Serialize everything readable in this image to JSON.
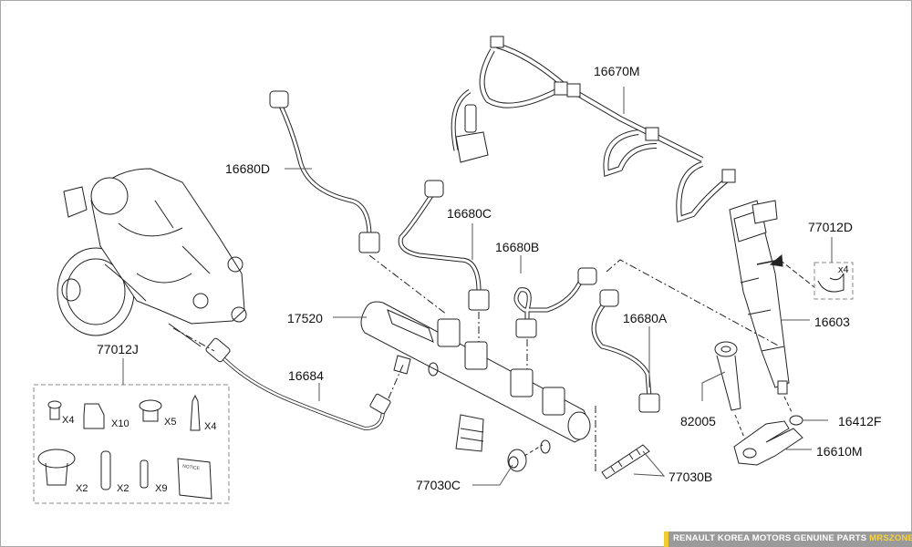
{
  "diagram": {
    "labels": {
      "p16670M": "16670M",
      "p16680D": "16680D",
      "p16680C": "16680C",
      "p16680B": "16680B",
      "p16680A": "16680A",
      "p77012D": "77012D",
      "p17520": "17520",
      "p16603": "16603",
      "p77012J": "77012J",
      "p16684": "16684",
      "p82005": "82005",
      "p16412F": "16412F",
      "p16610M": "16610M",
      "p77030C": "77030C",
      "p77030B": "77030B"
    },
    "kit_77012J": {
      "items": [
        {
          "part": "small cap",
          "qty": "X4"
        },
        {
          "part": "crown cap",
          "qty": "X10"
        },
        {
          "part": "round cap",
          "qty": "X5"
        },
        {
          "part": "pointed plug",
          "qty": "X4"
        },
        {
          "part": "large cap",
          "qty": "X2"
        },
        {
          "part": "long plug",
          "qty": "X2"
        },
        {
          "part": "thin plug",
          "qty": "X9"
        },
        {
          "part": "notice booklet",
          "qty": "",
          "text": "NOTICE"
        }
      ]
    },
    "clip_77012D_qty": "x4"
  },
  "footer": {
    "text": "RENAULT KOREA MOTORS GENUINE PARTS",
    "brand": "MRSZONE",
    "accent_color": "#f0cc30"
  }
}
